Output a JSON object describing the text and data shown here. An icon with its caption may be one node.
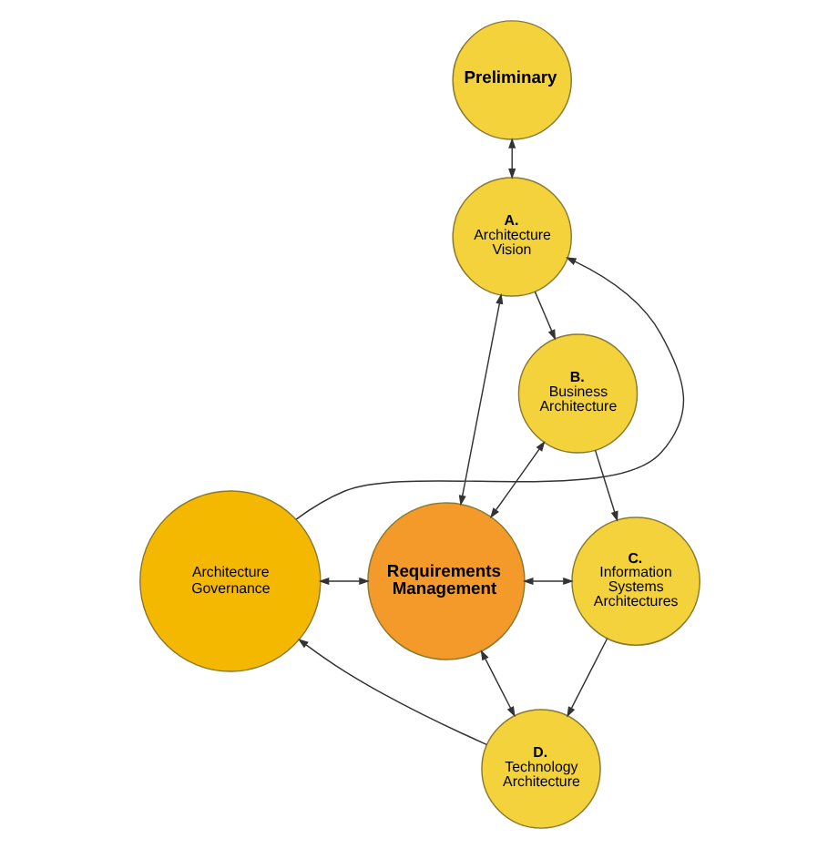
{
  "diagram": {
    "nodes": [
      {
        "text": [
          "Preliminary"
        ]
      },
      {
        "text": [
          "A.",
          "Architecture Vision"
        ]
      },
      {
        "text": [
          "B.",
          "Business Architecture"
        ]
      },
      {
        "text": [
          "Architecture Governance"
        ]
      },
      {
        "text": [
          "Requirements Management"
        ]
      },
      {
        "text": [
          "C.",
          "Information Systems Architectures"
        ]
      },
      {
        "text": [
          "D.",
          "Technology Architecture"
        ]
      }
    ],
    "edges": [
      {
        "from": 0,
        "to": 1,
        "arrow": "both"
      },
      {
        "from": 3,
        "to": 1,
        "arrow": "to"
      },
      {
        "from": 1,
        "to": 2,
        "arrow": "to"
      },
      {
        "from": 1,
        "to": 4,
        "arrow": "both"
      },
      {
        "from": 4,
        "to": 2,
        "arrow": "both"
      },
      {
        "from": 2,
        "to": 5,
        "arrow": "to"
      },
      {
        "from": 3,
        "to": 4,
        "arrow": "both"
      },
      {
        "from": 4,
        "to": 5,
        "arrow": "both"
      },
      {
        "from": 5,
        "to": 6,
        "arrow": "to"
      },
      {
        "from": 4,
        "to": 6,
        "arrow": "both"
      },
      {
        "from": 6,
        "to": 3,
        "arrow": "to"
      }
    ]
  }
}
